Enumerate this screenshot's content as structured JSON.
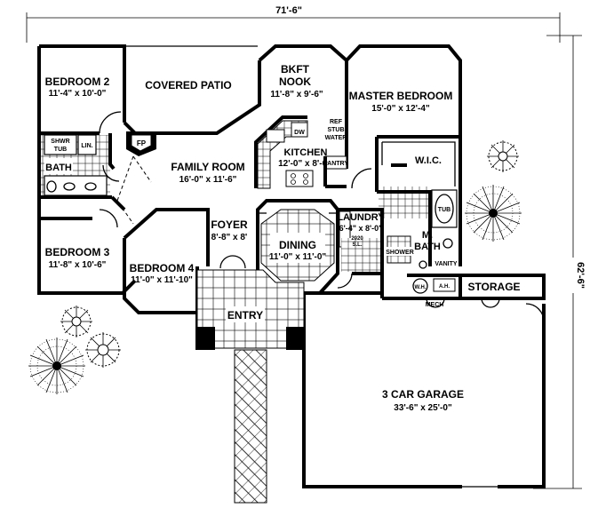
{
  "overall": {
    "width": "71'-6\"",
    "depth": "62'-6\""
  },
  "rooms": {
    "bedroom2": {
      "name": "BEDROOM 2",
      "size": "11'-4\" x 10'-0\""
    },
    "covered_patio": {
      "name": "COVERED PATIO"
    },
    "bkft_nook": {
      "name1": "BKFT",
      "name2": "NOOK",
      "size": "11'-8\" x 9'-6\""
    },
    "master_bedroom": {
      "name": "MASTER BEDROOM",
      "size": "15'-0\" x 12'-4\""
    },
    "bath": {
      "name": "BATH",
      "shwr1": "SHWR",
      "shwr2": "TUB",
      "lin": "LIN."
    },
    "family_room": {
      "name": "FAMILY ROOM",
      "size": "16'-0\" x 11'-6\""
    },
    "kitchen": {
      "name": "KITCHEN",
      "size": "12'-0\" x 8'-6\"",
      "dw": "DW",
      "pantry": "PANTRY",
      "ref1": "REF",
      "ref2": "STUB",
      "ref3": "WATER"
    },
    "wic": {
      "name": "W.I.C."
    },
    "foyer": {
      "name": "FOYER",
      "size": "8'-8\" x 8'"
    },
    "dining": {
      "name": "DINING",
      "size": "11'-0\" x 11'-0\""
    },
    "laundry": {
      "name": "LAUNDRY",
      "size": "6'-4\" x 8'-0\"",
      "door": "2020",
      "door2": "S.L."
    },
    "mbath": {
      "name1": "M.",
      "name2": "BATH",
      "tub": "TUB",
      "shower": "SHOWER",
      "vanity": "VANITY"
    },
    "bedroom3": {
      "name": "BEDROOM 3",
      "size": "11'-8\" x 10'-6\""
    },
    "bedroom4": {
      "name": "BEDROOM 4",
      "size": "11'-0\" x 11'-10\""
    },
    "entry": {
      "name": "ENTRY"
    },
    "storage": {
      "name": "STORAGE"
    },
    "mech": {
      "wh": "W.H.",
      "ah": "A.H.",
      "mech": "MECH"
    },
    "garage": {
      "name": "3 CAR GARAGE",
      "size": "33'-6\" x 25'-0\""
    },
    "fireplace": {
      "name": "FP"
    }
  },
  "colors": {
    "line": "#000000",
    "background": "#ffffff"
  }
}
